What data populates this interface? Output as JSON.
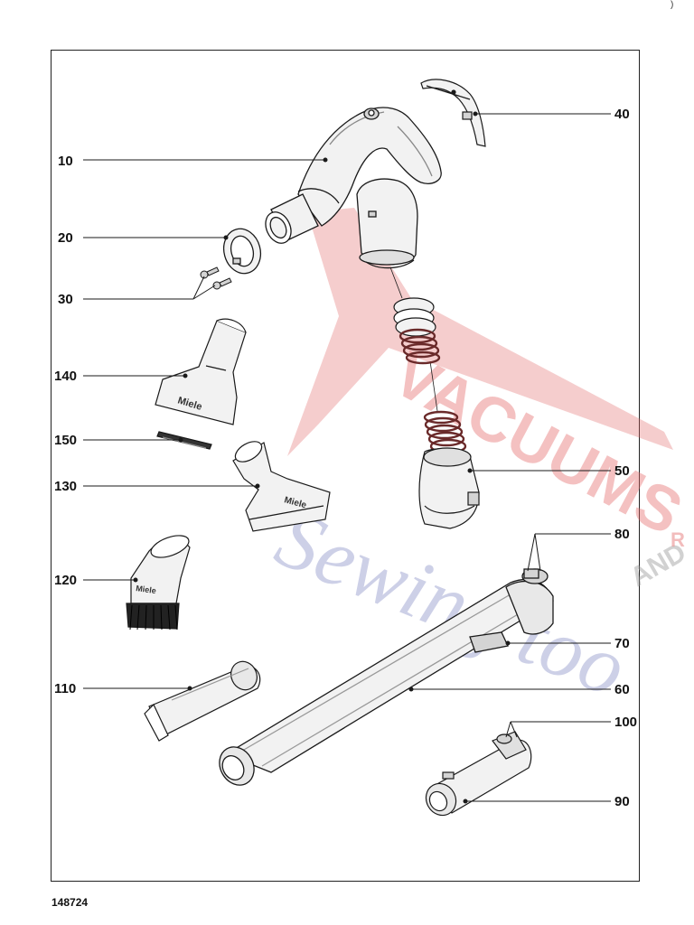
{
  "diagram": {
    "code": "148724",
    "corner_mark": ")",
    "colors": {
      "line": "#1a1a1a",
      "part_fill": "#f2f2f2",
      "part_shade": "#d4d4d4",
      "spring": "#6a2a2a",
      "brush": "#222222",
      "watermark_red": "#e36b6b",
      "watermark_blue": "#7b82bf",
      "watermark_gray": "#9a9a9a"
    },
    "watermark": {
      "word1": "VACUUMS",
      "word2": "Sewing too",
      "word3": "AND",
      "word4": "R"
    },
    "brand_text": "Miele",
    "labels": [
      "10",
      "20",
      "30",
      "40",
      "50",
      "60",
      "70",
      "80",
      "90",
      "100",
      "110",
      "120",
      "130",
      "140",
      "150"
    ]
  }
}
